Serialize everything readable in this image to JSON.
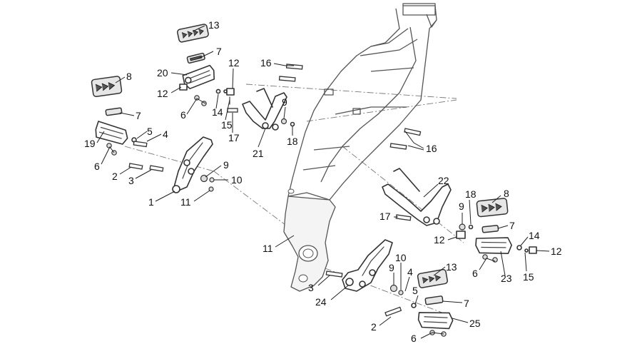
{
  "diagram": {
    "callouts": [
      {
        "id": "c13a",
        "text": "13"
      },
      {
        "id": "c7a",
        "text": "7"
      },
      {
        "id": "c20",
        "text": "20"
      },
      {
        "id": "c12a",
        "text": "12"
      },
      {
        "id": "c12b",
        "text": "12"
      },
      {
        "id": "c6a",
        "text": "6"
      },
      {
        "id": "c14a",
        "text": "14"
      },
      {
        "id": "c15a",
        "text": "15"
      },
      {
        "id": "c17a",
        "text": "17"
      },
      {
        "id": "c16a",
        "text": "16"
      },
      {
        "id": "c9a",
        "text": "9"
      },
      {
        "id": "c18a",
        "text": "18"
      },
      {
        "id": "c21",
        "text": "21"
      },
      {
        "id": "c8a",
        "text": "8"
      },
      {
        "id": "c7b",
        "text": "7"
      },
      {
        "id": "c5a",
        "text": "5"
      },
      {
        "id": "c4a",
        "text": "4"
      },
      {
        "id": "c19",
        "text": "19"
      },
      {
        "id": "c6b",
        "text": "6"
      },
      {
        "id": "c2a",
        "text": "2"
      },
      {
        "id": "c3a",
        "text": "3"
      },
      {
        "id": "c9b",
        "text": "9"
      },
      {
        "id": "c10a",
        "text": "10"
      },
      {
        "id": "c1",
        "text": "1"
      },
      {
        "id": "c11a",
        "text": "11"
      },
      {
        "id": "c16b",
        "text": "16"
      },
      {
        "id": "c22",
        "text": "22"
      },
      {
        "id": "c18b",
        "text": "18"
      },
      {
        "id": "c8b",
        "text": "8"
      },
      {
        "id": "c17b",
        "text": "17"
      },
      {
        "id": "c9c",
        "text": "9"
      },
      {
        "id": "c7c",
        "text": "7"
      },
      {
        "id": "c12c",
        "text": "12"
      },
      {
        "id": "c14b",
        "text": "14"
      },
      {
        "id": "c12d",
        "text": "12"
      },
      {
        "id": "c6c",
        "text": "6"
      },
      {
        "id": "c23",
        "text": "23"
      },
      {
        "id": "c15b",
        "text": "15"
      },
      {
        "id": "c11b",
        "text": "11"
      },
      {
        "id": "c10b",
        "text": "10"
      },
      {
        "id": "c9d",
        "text": "9"
      },
      {
        "id": "c4b",
        "text": "4"
      },
      {
        "id": "c13b",
        "text": "13"
      },
      {
        "id": "c3b",
        "text": "3"
      },
      {
        "id": "c24",
        "text": "24"
      },
      {
        "id": "c5b",
        "text": "5"
      },
      {
        "id": "c7d",
        "text": "7"
      },
      {
        "id": "c2b",
        "text": "2"
      },
      {
        "id": "c25",
        "text": "25"
      },
      {
        "id": "c6d",
        "text": "6"
      }
    ]
  }
}
